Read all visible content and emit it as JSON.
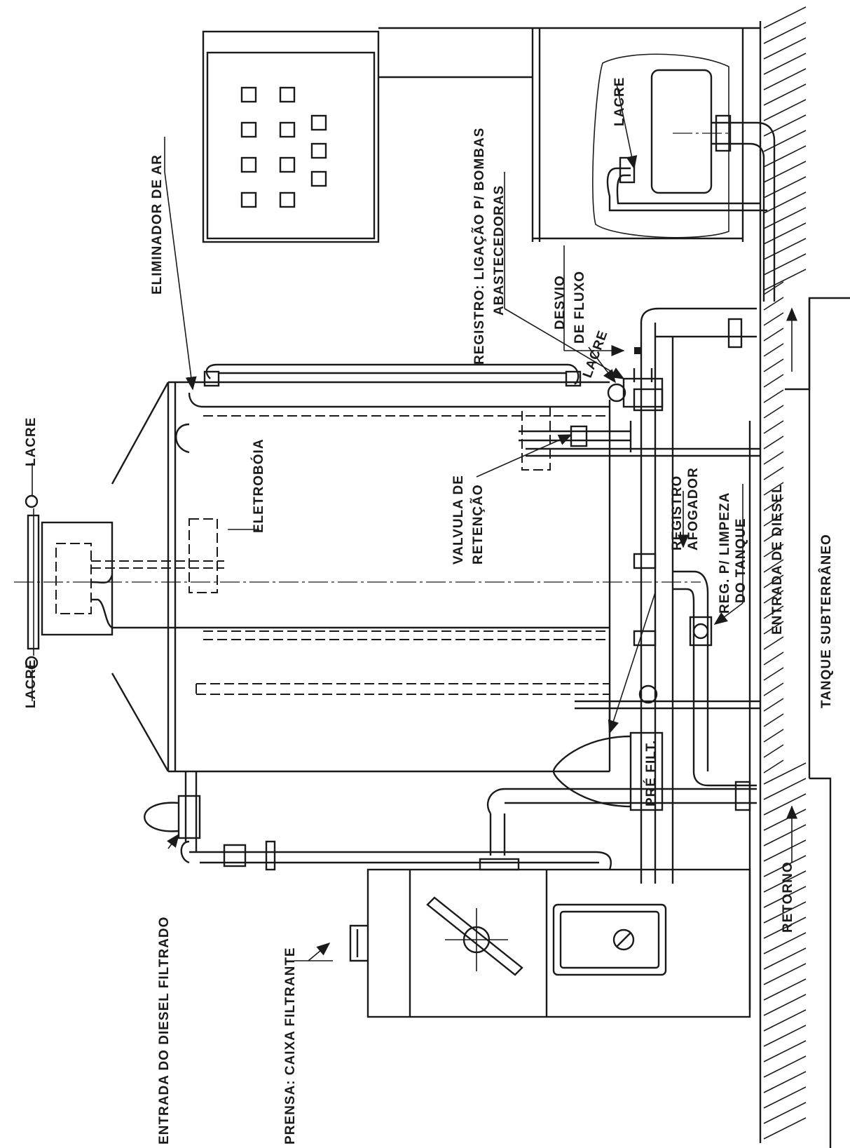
{
  "labels": {
    "lacre_top": "LACRE",
    "lacre_bottom": "LACRE",
    "lacre_tank": "LACRE",
    "lacre_valve": "LACRE",
    "entrada_filtrado": "ENTRADA DO DIESEL FILTRADO",
    "prensa": "PRENSA: CAIXA FILTRANTE",
    "eliminador": "ELIMINADOR DE AR",
    "eletroboia": "ELETROBÓIA",
    "valvula_l1": "VALVULA DE",
    "valvula_l2": "RETENÇÃO",
    "registro_l1": "REGISTRO: LIGAÇÃO P/ BOMBAS",
    "registro_l2": "ABASTECEDORAS",
    "desvio_l1": "DESVIO",
    "desvio_l2": "DE FLUXO",
    "reg_afogador_l1": "REGISTRO",
    "reg_afogador_l2": "AFOGADOR",
    "reg_limpeza_l1": "REG. P/ LIMPEZA",
    "reg_limpeza_l2": "DO TANQUE",
    "pre_filt": "PRÉ FILT.",
    "entrada_diesel": "ENTRADA DE DIESEL",
    "tanque": "TANQUE  SUBTERRÂNEO",
    "retorno": "RETORNO"
  }
}
